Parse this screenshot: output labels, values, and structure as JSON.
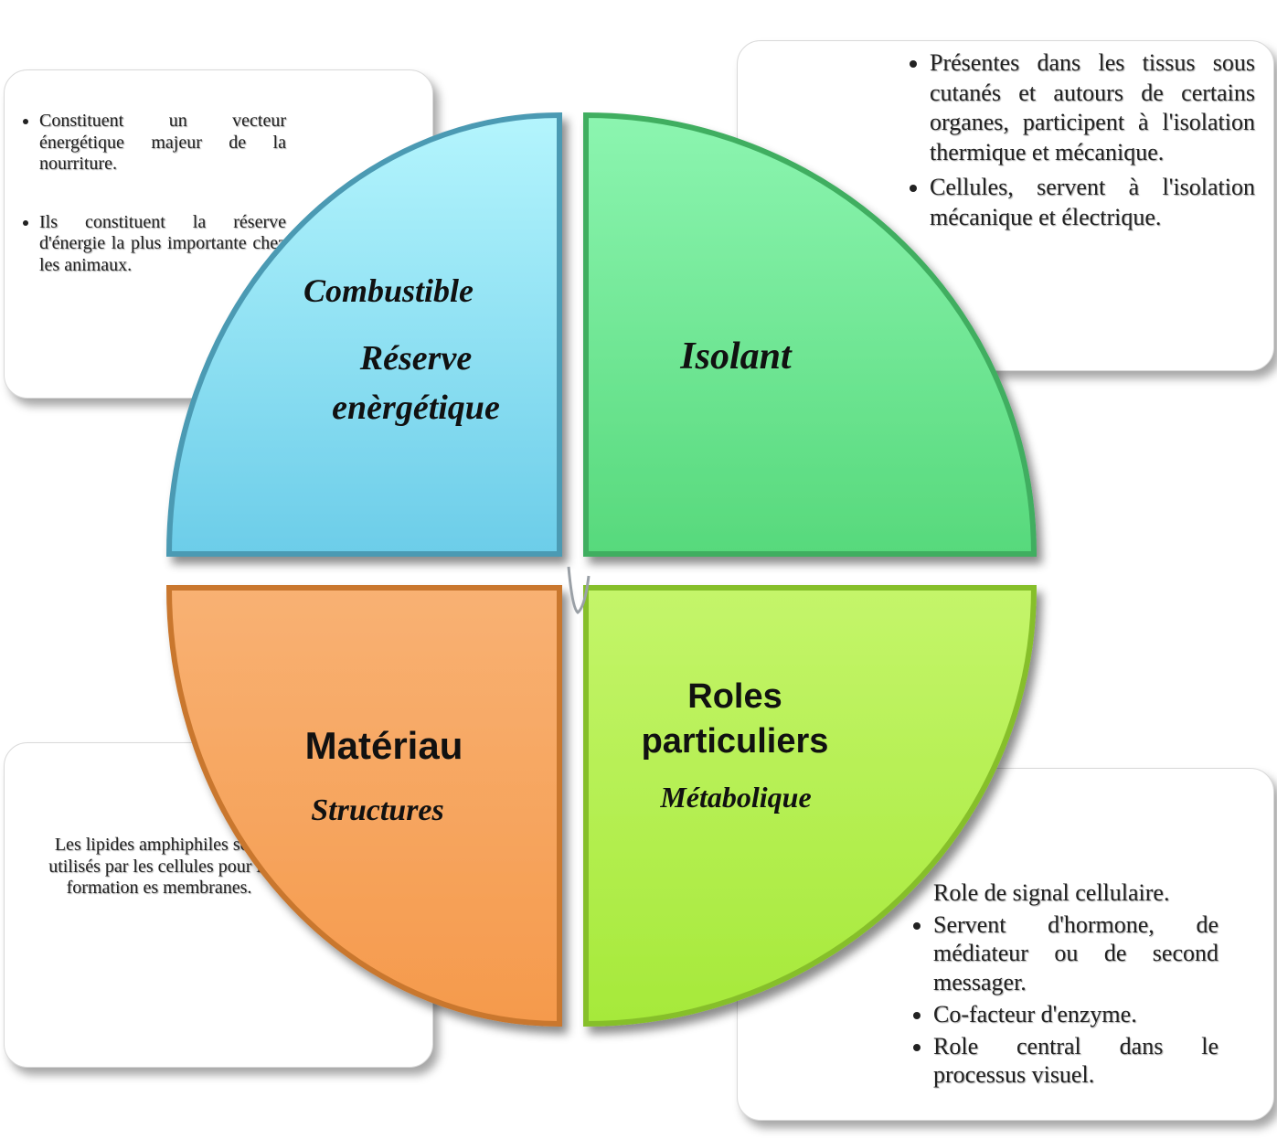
{
  "quadrants": {
    "top_left": {
      "title": "Combustible",
      "subtitle_line1": "Réserve",
      "subtitle_line2": "enèrgétique",
      "color": "#86d8ee"
    },
    "top_right": {
      "title": "Isolant",
      "color": "#6ee58f"
    },
    "bottom_left": {
      "title": "Matériau",
      "subtitle": "Structures",
      "color": "#f6a55e"
    },
    "bottom_right": {
      "title_line1": "Roles",
      "title_line2": "particuliers",
      "subtitle": "Métabolique",
      "color": "#b5ef52"
    }
  },
  "notes": {
    "top_left": {
      "items": [
        "Constituent un vecteur énergétique majeur de la nourriture.",
        "Ils constituent la réserve d'énergie la plus importante chez les animaux."
      ]
    },
    "top_right": {
      "items": [
        "Présentes dans les tissus sous cutanés et autours de certains organes, participent à l'isolation thermique et mécanique.",
        "Cellules, servent à l'isolation mécanique et électrique."
      ]
    },
    "bottom_left": {
      "text": "Les lipides amphiphiles sont utilisés par les cellules pour la formation es membranes."
    },
    "bottom_right": {
      "heading": "Role de signal cellulaire.",
      "items": [
        "Servent d'hormone, de médiateur ou de second messager.",
        "Co-facteur d'enzyme.",
        "Role central dans le processus visuel."
      ]
    }
  }
}
